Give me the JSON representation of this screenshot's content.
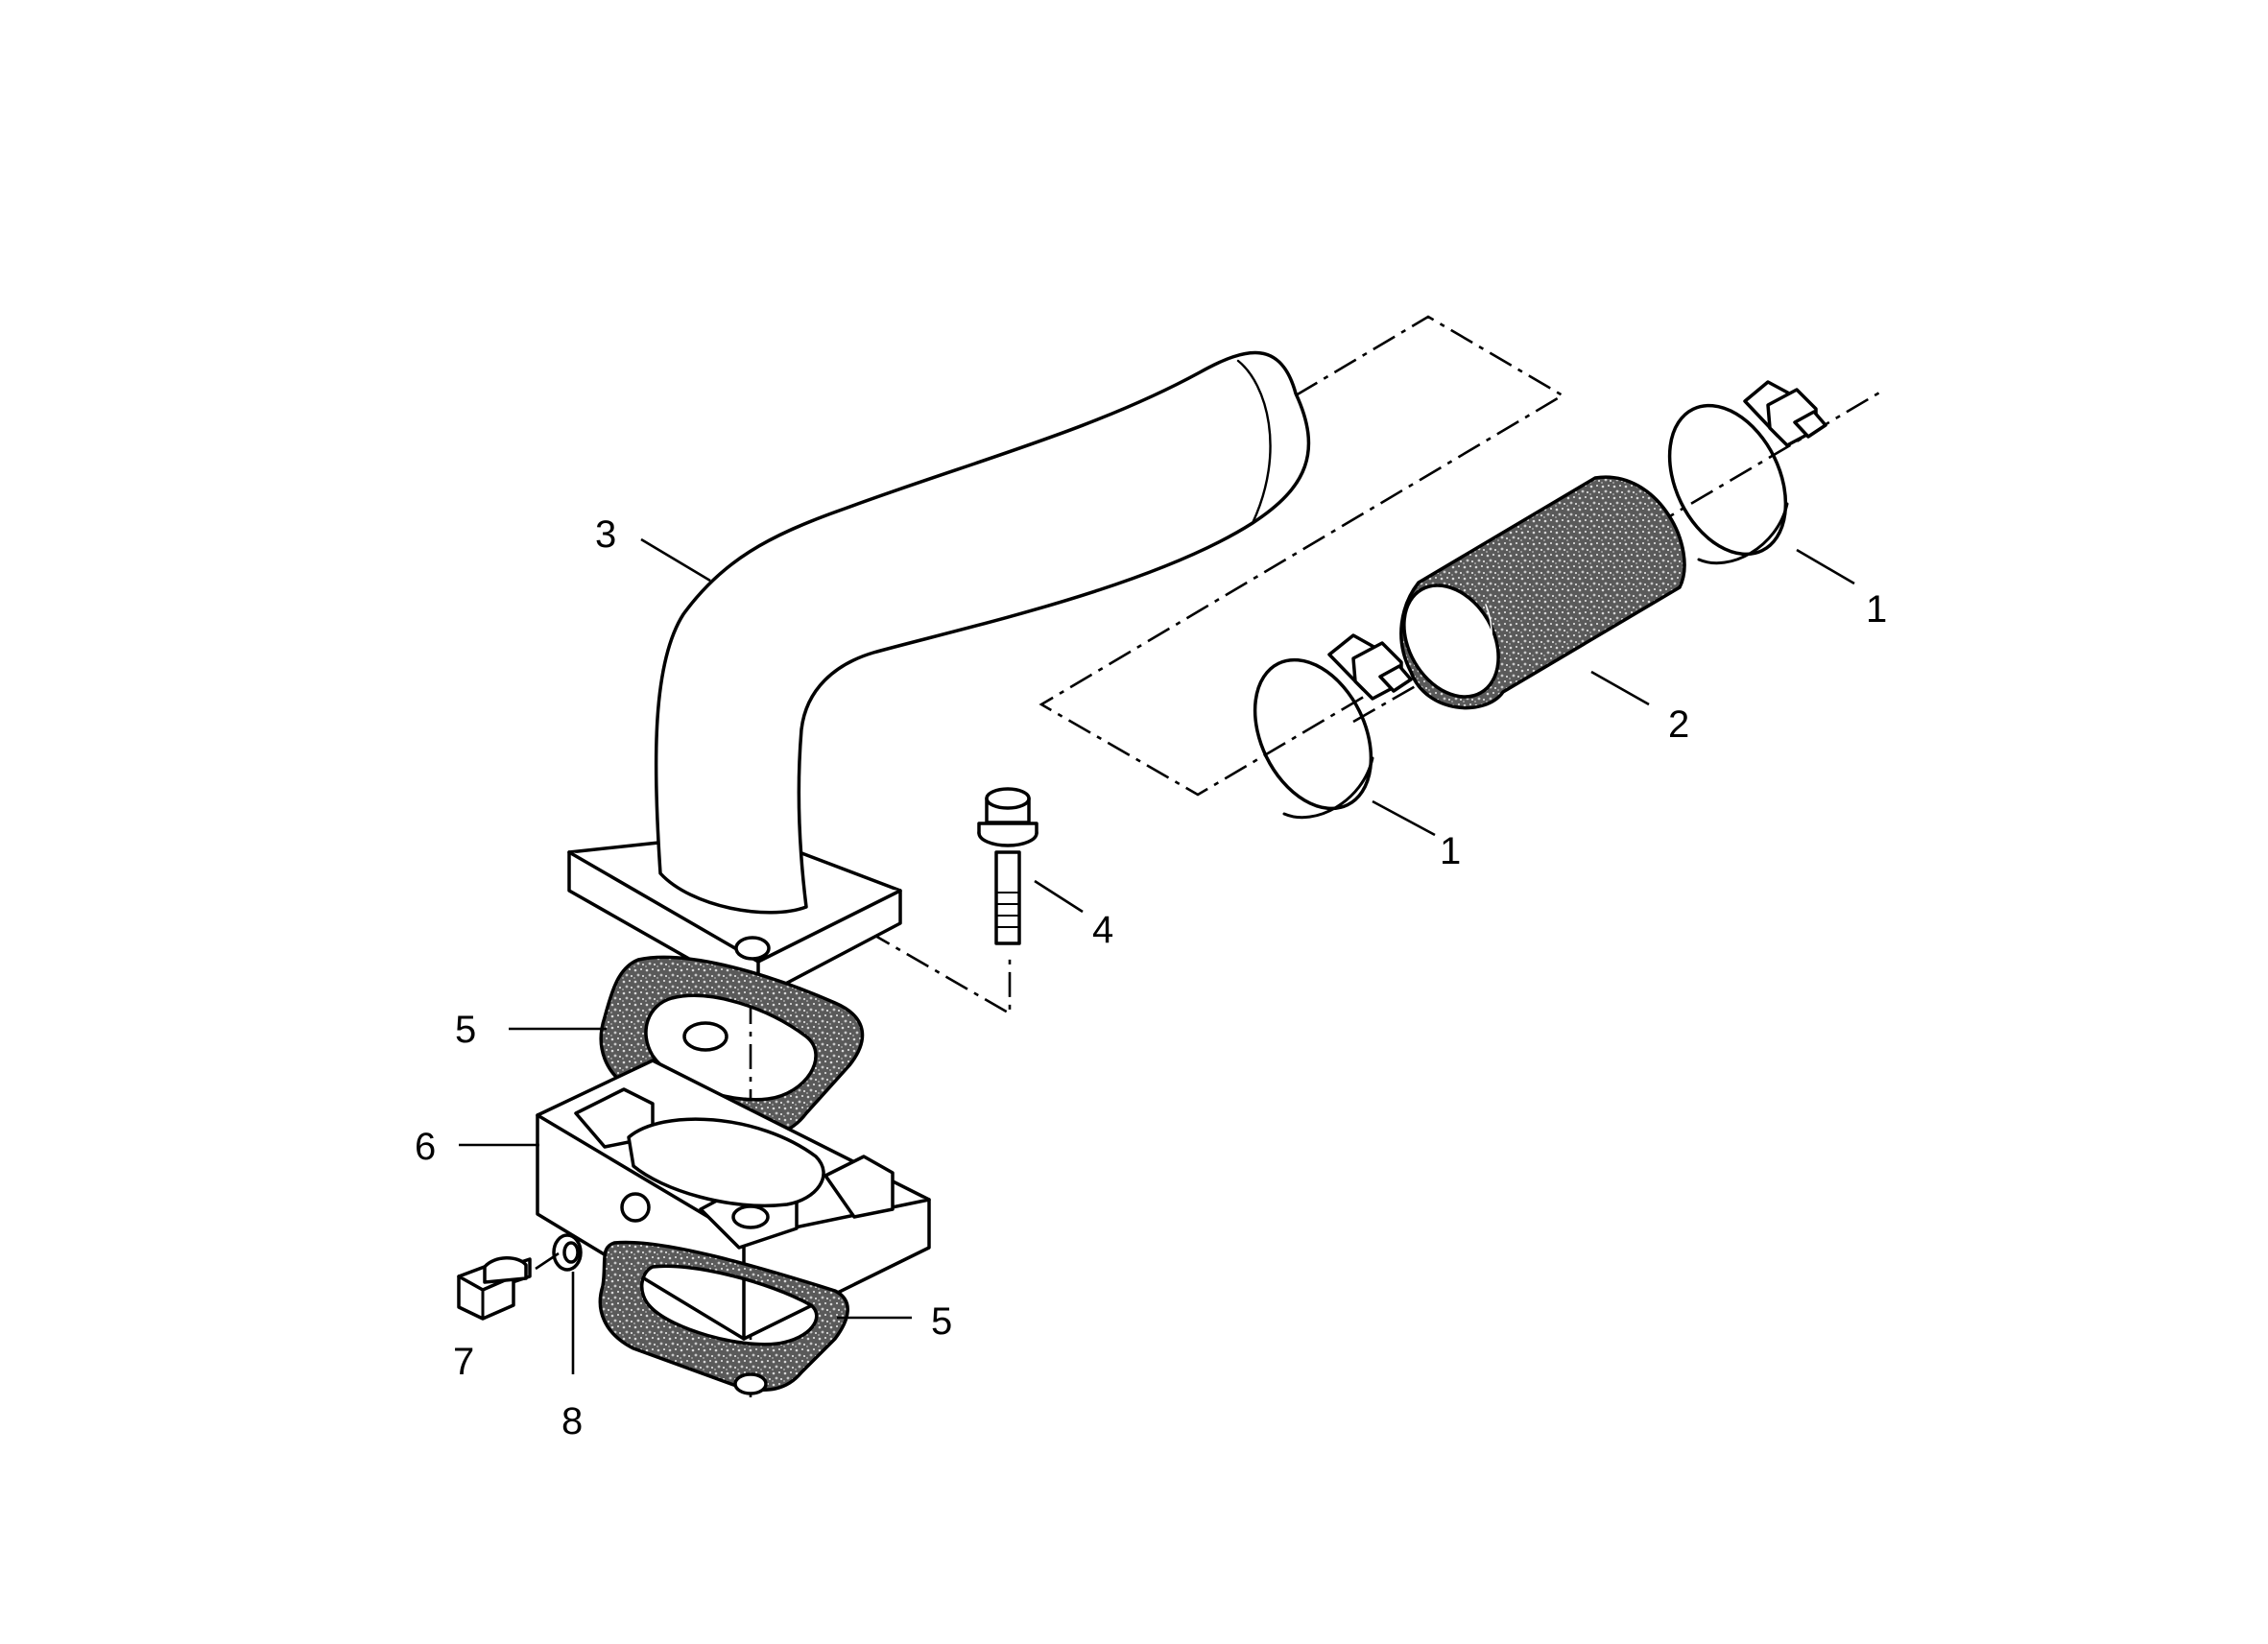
{
  "diagram": {
    "callouts": {
      "c1_upper": "1",
      "c1_lower": "1",
      "c2": "2",
      "c3": "3",
      "c4": "4",
      "c5_upper": "5",
      "c5_lower": "5",
      "c6": "6",
      "c7": "7",
      "c8": "8"
    },
    "parts": [
      {
        "ref": "1",
        "name": "hose-clamp"
      },
      {
        "ref": "2",
        "name": "rubber-hose"
      },
      {
        "ref": "3",
        "name": "bent-pipe-with-flange"
      },
      {
        "ref": "4",
        "name": "flange-bolt"
      },
      {
        "ref": "5",
        "name": "flange-gasket"
      },
      {
        "ref": "6",
        "name": "spacer-block"
      },
      {
        "ref": "7",
        "name": "drain-plug"
      },
      {
        "ref": "8",
        "name": "sealing-washer"
      }
    ]
  }
}
